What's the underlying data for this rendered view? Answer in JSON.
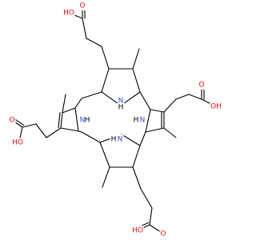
{
  "molecule": {
    "labels": {
      "oxygen": "O",
      "hydroxyl": "OH",
      "hydroxyl_left": "HO",
      "nitrogen": "N",
      "hydrogen": "H"
    },
    "colors": {
      "oxygen": "#ff0d0d",
      "nitrogen": "#3050f8",
      "carbon_bond": "#000000",
      "background": "#ffffff"
    }
  }
}
